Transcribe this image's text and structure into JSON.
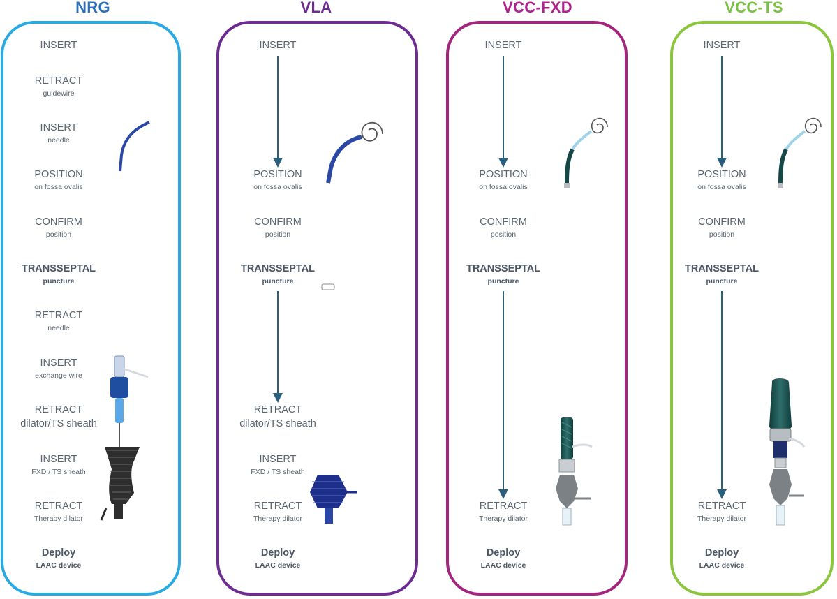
{
  "columns": [
    {
      "title": "NRG",
      "color": "#2d70b8",
      "border_color": "#29abe2",
      "steps": [
        {
          "action": "INSERT",
          "detail": ""
        },
        {
          "action": "RETRACT",
          "detail": "guidewire"
        },
        {
          "action": "INSERT",
          "detail": "needle"
        },
        {
          "action": "POSITION",
          "detail": "on fossa ovalis"
        },
        {
          "action": "CONFIRM",
          "detail": "position"
        },
        {
          "action": "TRANSSEPTAL",
          "detail": "puncture"
        },
        {
          "action": "RETRACT",
          "detail": "needle"
        },
        {
          "action": "INSERT",
          "detail": "exchange wire"
        },
        {
          "action": "RETRACT",
          "detail": "dilator/TS sheath"
        },
        {
          "action": "INSERT",
          "detail": "FXD / TS sheath"
        },
        {
          "action": "RETRACT",
          "detail": "Therapy dilator"
        },
        {
          "action": "Deploy",
          "detail": "LAAC device"
        }
      ]
    },
    {
      "title": "VLA",
      "color": "#6c2c91",
      "border_color": "#6c2c91",
      "steps": [
        {
          "action": "INSERT",
          "detail": ""
        },
        {
          "action": "POSITION",
          "detail": "on fossa ovalis"
        },
        {
          "action": "CONFIRM",
          "detail": "position"
        },
        {
          "action": "TRANSSEPTAL",
          "detail": "puncture"
        },
        {
          "action": "RETRACT",
          "detail": "dilator/TS sheath"
        },
        {
          "action": "INSERT",
          "detail": "FXD / TS sheath"
        },
        {
          "action": "RETRACT",
          "detail": "Therapy dilator"
        },
        {
          "action": "Deploy",
          "detail": "LAAC device"
        }
      ]
    },
    {
      "title": "VCC-FXD",
      "color": "#b0218e",
      "border_color": "#a3257f",
      "steps": [
        {
          "action": "INSERT",
          "detail": ""
        },
        {
          "action": "POSITION",
          "detail": "on fossa ovalis"
        },
        {
          "action": "CONFIRM",
          "detail": "position"
        },
        {
          "action": "TRANSSEPTAL",
          "detail": "puncture"
        },
        {
          "action": "RETRACT",
          "detail": "Therapy dilator"
        },
        {
          "action": "Deploy",
          "detail": "LAAC device"
        }
      ]
    },
    {
      "title": "VCC-TS",
      "color": "#7ac143",
      "border_color": "#8cc63f",
      "steps": [
        {
          "action": "INSERT",
          "detail": ""
        },
        {
          "action": "POSITION",
          "detail": "on fossa ovalis"
        },
        {
          "action": "CONFIRM",
          "detail": "position"
        },
        {
          "action": "TRANSSEPTAL",
          "detail": "puncture"
        },
        {
          "action": "RETRACT",
          "detail": "Therapy dilator"
        },
        {
          "action": "Deploy",
          "detail": "LAAC device"
        }
      ]
    }
  ],
  "arrow_color": "#2a5f7e"
}
